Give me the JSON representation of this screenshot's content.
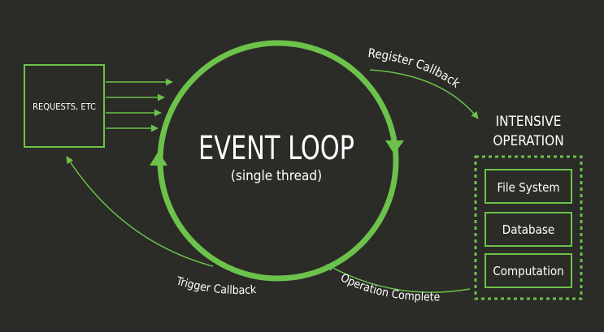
{
  "requests_label": "REQUESTS, ETC",
  "loop_title": "EVENT LOOP",
  "loop_subtitle": "(single thread)",
  "register_label": "Register Callback",
  "operation_complete_label": "Operation Complete",
  "trigger_label": "Trigger Callback",
  "intensive_title_line1": "INTENSIVE",
  "intensive_title_line2": "OPERATION",
  "operations": [
    "File System",
    "Database",
    "Computation"
  ],
  "colors": {
    "background": "#2b2b28",
    "accent_green": "#6cc24a",
    "text": "#ffffff"
  }
}
